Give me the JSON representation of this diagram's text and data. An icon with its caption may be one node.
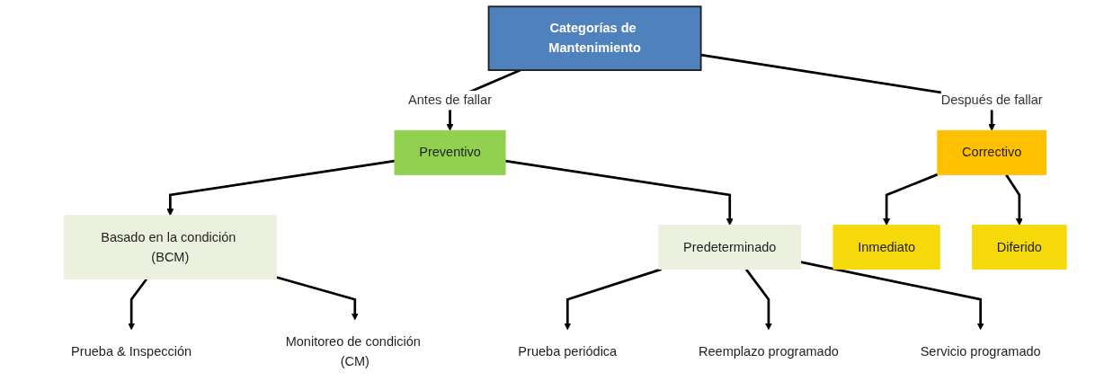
{
  "diagram": {
    "nodes": [
      {
        "text": [
          "Categorías de Mantenimiento"
        ]
      },
      {
        "text": [
          "Preventivo"
        ]
      },
      {
        "text": [
          "Correctivo"
        ]
      },
      {
        "text": [
          "Basado en la condición (BCM)"
        ]
      },
      {
        "text": [
          "Predeterminado"
        ]
      },
      {
        "text": [
          "Inmediato"
        ]
      },
      {
        "text": [
          "Diferido"
        ]
      },
      {
        "text": [
          "Prueba & Inspección"
        ]
      },
      {
        "text": [
          "Monitoreo de condición (CM)"
        ]
      },
      {
        "text": [
          "Prueba periódica"
        ]
      },
      {
        "text": [
          "Reemplazo programado"
        ]
      },
      {
        "text": [
          "Servicio programado"
        ]
      }
    ],
    "edges": [
      {
        "from": 0,
        "to": 1,
        "arrow": "to",
        "label": "Antes de fallar"
      },
      {
        "from": 0,
        "to": 2,
        "arrow": "to",
        "label": "Después de fallar"
      },
      {
        "from": 1,
        "to": 3,
        "arrow": "to"
      },
      {
        "from": 1,
        "to": 4,
        "arrow": "to"
      },
      {
        "from": 2,
        "to": 5,
        "arrow": "to"
      },
      {
        "from": 2,
        "to": 6,
        "arrow": "to"
      },
      {
        "from": 3,
        "to": 7,
        "arrow": "to"
      },
      {
        "from": 3,
        "to": 8,
        "arrow": "to"
      },
      {
        "from": 4,
        "to": 9,
        "arrow": "to"
      },
      {
        "from": 4,
        "to": 10,
        "arrow": "to"
      },
      {
        "from": 4,
        "to": 11,
        "arrow": "to"
      }
    ]
  }
}
